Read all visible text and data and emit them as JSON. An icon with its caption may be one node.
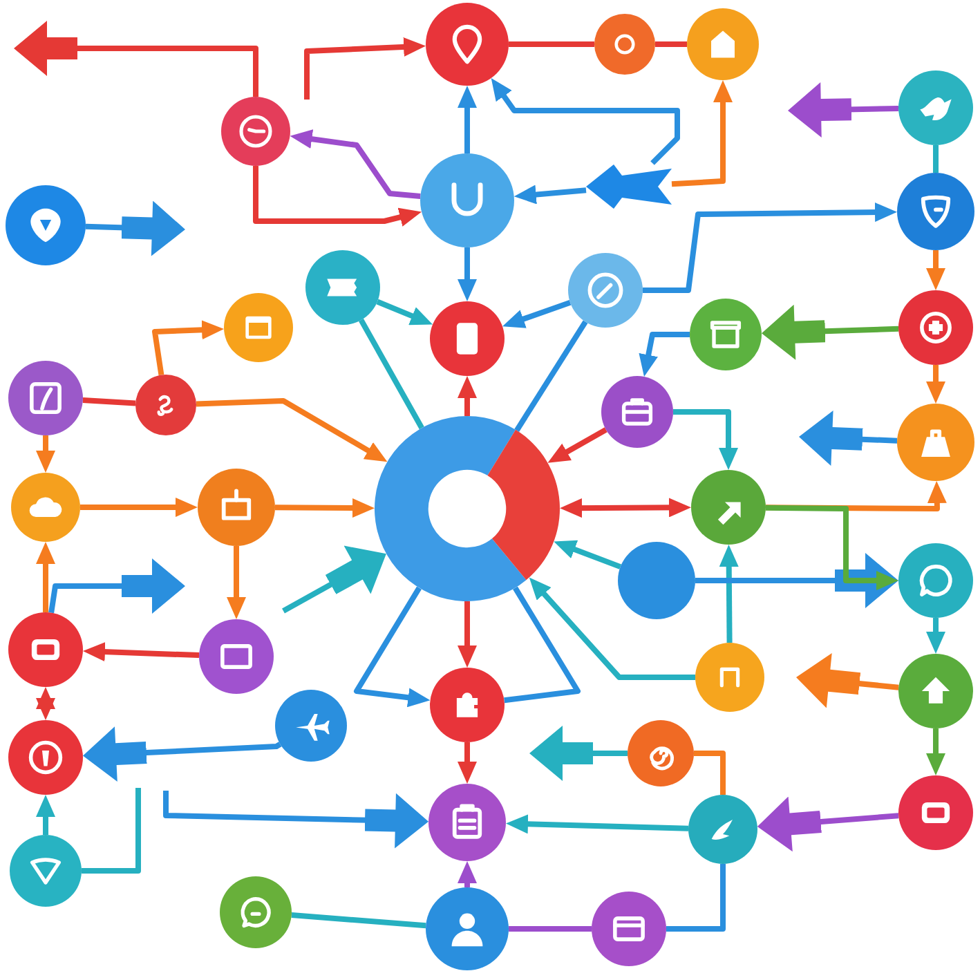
{
  "diagram": {
    "nodes": [
      {
        "text": [],
        "shape": "circle"
      },
      {
        "text": [],
        "shape": "circle"
      },
      {
        "text": [],
        "shape": "circle"
      },
      {
        "text": [],
        "shape": "circle"
      },
      {
        "text": [],
        "shape": "circle"
      },
      {
        "text": [],
        "shape": "circle"
      },
      {
        "text": [],
        "shape": "arrow"
      },
      {
        "text": [],
        "shape": "circle"
      },
      {
        "text": [],
        "shape": "circle"
      },
      {
        "text": [],
        "shape": "circle"
      },
      {
        "text": [],
        "shape": "circle"
      },
      {
        "text": [],
        "shape": "circle"
      },
      {
        "text": [],
        "shape": "circle"
      },
      {
        "text": [],
        "shape": "circle"
      },
      {
        "text": [],
        "shape": "circle"
      },
      {
        "text": [],
        "shape": "circle"
      },
      {
        "text": [],
        "shape": "circle"
      },
      {
        "text": [],
        "shape": "circle"
      },
      {
        "text": [],
        "shape": "donut"
      },
      {
        "text": [],
        "shape": "circle"
      },
      {
        "text": [],
        "shape": "circle"
      },
      {
        "text": [],
        "shape": "circle"
      },
      {
        "text": [],
        "shape": "circle"
      },
      {
        "text": [],
        "shape": "circle"
      },
      {
        "text": [],
        "shape": "circle"
      },
      {
        "text": [],
        "shape": "circle"
      },
      {
        "text": [],
        "shape": "circle"
      },
      {
        "text": [],
        "shape": "circle"
      },
      {
        "text": [],
        "shape": "circle"
      },
      {
        "text": [],
        "shape": "circle"
      },
      {
        "text": [],
        "shape": "circle"
      },
      {
        "text": [],
        "shape": "circle"
      },
      {
        "text": [],
        "shape": "circle"
      },
      {
        "text": [],
        "shape": "circle"
      },
      {
        "text": [],
        "shape": "circle"
      },
      {
        "text": [],
        "shape": "circle"
      },
      {
        "text": [],
        "shape": "circle"
      },
      {
        "text": [],
        "shape": "circle"
      },
      {
        "text": [],
        "shape": "circle"
      },
      {
        "text": [],
        "shape": "circle"
      }
    ],
    "edges": [
      {
        "from": 3,
        "to": null,
        "arrow": "to",
        "color": "#e53935"
      },
      {
        "from": null,
        "to": 0,
        "arrow": "to",
        "color": "#e53935"
      },
      {
        "from": 3,
        "to": 5,
        "arrow": "to",
        "color": "#e53935"
      },
      {
        "from": 5,
        "to": 3,
        "arrow": "to",
        "color": "#9c4dcc"
      },
      {
        "from": 0,
        "to": 1,
        "arrow": "none",
        "color": "#e53935"
      },
      {
        "from": 1,
        "to": 2,
        "arrow": "none",
        "color": "#e53935"
      },
      {
        "from": 5,
        "to": 0,
        "arrow": "to"
      },
      {
        "from": 6,
        "to": 5,
        "arrow": "to"
      },
      {
        "from": 6,
        "to": 2,
        "arrow": "to",
        "color": "#f57c1f"
      },
      {
        "from": 6,
        "to": 0,
        "arrow": "to"
      },
      {
        "from": 7,
        "to": null,
        "arrow": "to"
      },
      {
        "from": 4,
        "to": null,
        "arrow": "to",
        "color": "#9c4dcc"
      },
      {
        "from": 4,
        "to": 8,
        "arrow": "none",
        "color": "#26b0c0"
      },
      {
        "from": 10,
        "to": 8,
        "arrow": "to"
      },
      {
        "from": 9,
        "to": 12,
        "arrow": "to",
        "color": "#26b0c0"
      },
      {
        "from": 10,
        "to": 12,
        "arrow": "to"
      },
      {
        "from": 5,
        "to": 12,
        "arrow": "to"
      },
      {
        "from": 18,
        "to": 12,
        "arrow": "to",
        "color": "#e53935"
      },
      {
        "from": 9,
        "to": 18,
        "arrow": "none",
        "color": "#26b0c0"
      },
      {
        "from": 10,
        "to": 18,
        "arrow": "none"
      },
      {
        "from": 8,
        "to": 14,
        "arrow": "to",
        "color": "#f57c1f"
      },
      {
        "from": 14,
        "to": 19,
        "arrow": "to",
        "color": "#f57c1f"
      },
      {
        "from": 14,
        "to": 13,
        "arrow": "to",
        "color": "#5aab3c"
      },
      {
        "from": 13,
        "to": 17,
        "arrow": "to"
      },
      {
        "from": 17,
        "to": 18,
        "arrow": "to",
        "color": "#e53935"
      },
      {
        "from": 17,
        "to": 22,
        "arrow": "to",
        "color": "#26b0c0"
      },
      {
        "from": 18,
        "to": 22,
        "arrow": "both",
        "color": "#e53935"
      },
      {
        "from": 15,
        "to": 16,
        "arrow": "none",
        "color": "#e53935"
      },
      {
        "from": 16,
        "to": 11,
        "arrow": "to",
        "color": "#f57c1f"
      },
      {
        "from": 16,
        "to": 18,
        "arrow": "to",
        "color": "#f57c1f"
      },
      {
        "from": 15,
        "to": 20,
        "arrow": "to",
        "color": "#f57c1f"
      },
      {
        "from": 21,
        "to": 18,
        "arrow": "to",
        "color": "#f57c1f"
      },
      {
        "from": 20,
        "to": 21,
        "arrow": "to",
        "color": "#f57c1f"
      },
      {
        "from": 21,
        "to": 26,
        "arrow": "to",
        "color": "#f57c1f"
      },
      {
        "from": 26,
        "to": 25,
        "arrow": "to",
        "color": "#e53935"
      },
      {
        "from": 25,
        "to": 20,
        "arrow": "to",
        "color": "#f57c1f"
      },
      {
        "from": 25,
        "to": null,
        "arrow": "to"
      },
      {
        "from": 25,
        "to": 31,
        "arrow": "both",
        "color": "#e53935"
      },
      {
        "from": 36,
        "to": 31,
        "arrow": "to",
        "color": "#26b0c0"
      },
      {
        "from": 36,
        "to": null,
        "arrow": "none",
        "color": "#26b0c0"
      },
      {
        "from": null,
        "to": 18,
        "arrow": "to",
        "color": "#26b0c0"
      },
      {
        "from": 23,
        "to": 18,
        "arrow": "to",
        "color": "#26b0c0"
      },
      {
        "from": 27,
        "to": 18,
        "arrow": "to",
        "color": "#26b0c0"
      },
      {
        "from": 27,
        "to": 22,
        "arrow": "to",
        "color": "#26b0c0"
      },
      {
        "from": 22,
        "to": 19,
        "arrow": "to",
        "color": "#f57c1f"
      },
      {
        "from": 23,
        "to": 24,
        "arrow": "to"
      },
      {
        "from": 22,
        "to": 24,
        "arrow": "to",
        "color": "#5aab3c"
      },
      {
        "from": 24,
        "to": 29,
        "arrow": "to",
        "color": "#26b0c0"
      },
      {
        "from": 29,
        "to": null,
        "arrow": "to",
        "color": "#f57c1f"
      },
      {
        "from": 29,
        "to": 33,
        "arrow": "to",
        "color": "#5aab3c"
      },
      {
        "from": 33,
        "to": 35,
        "arrow": "to",
        "color": "#9c4dcc"
      },
      {
        "from": 19,
        "to": null,
        "arrow": "to"
      },
      {
        "from": 18,
        "to": 28,
        "arrow": "to",
        "color": "#e53935"
      },
      {
        "from": 18,
        "to": 28,
        "arrow": "to"
      },
      {
        "from": 18,
        "to": 28,
        "arrow": "none"
      },
      {
        "from": 28,
        "to": 34,
        "arrow": "to",
        "color": "#e53935"
      },
      {
        "from": 30,
        "to": 31,
        "arrow": "to"
      },
      {
        "from": 32,
        "to": null,
        "arrow": "to",
        "color": "#26b0c0"
      },
      {
        "from": null,
        "to": 34,
        "arrow": "to"
      },
      {
        "from": 35,
        "to": 34,
        "arrow": "to",
        "color": "#26b0c0"
      },
      {
        "from": 32,
        "to": 35,
        "arrow": "none",
        "color": "#f57c1f"
      },
      {
        "from": 35,
        "to": 39,
        "arrow": "none"
      },
      {
        "from": 38,
        "to": 34,
        "arrow": "to",
        "color": "#9c4dcc"
      },
      {
        "from": 38,
        "to": 39,
        "arrow": "none",
        "color": "#9c4dcc"
      },
      {
        "from": 37,
        "to": 38,
        "arrow": "none",
        "color": "#26b0c0"
      }
    ]
  }
}
